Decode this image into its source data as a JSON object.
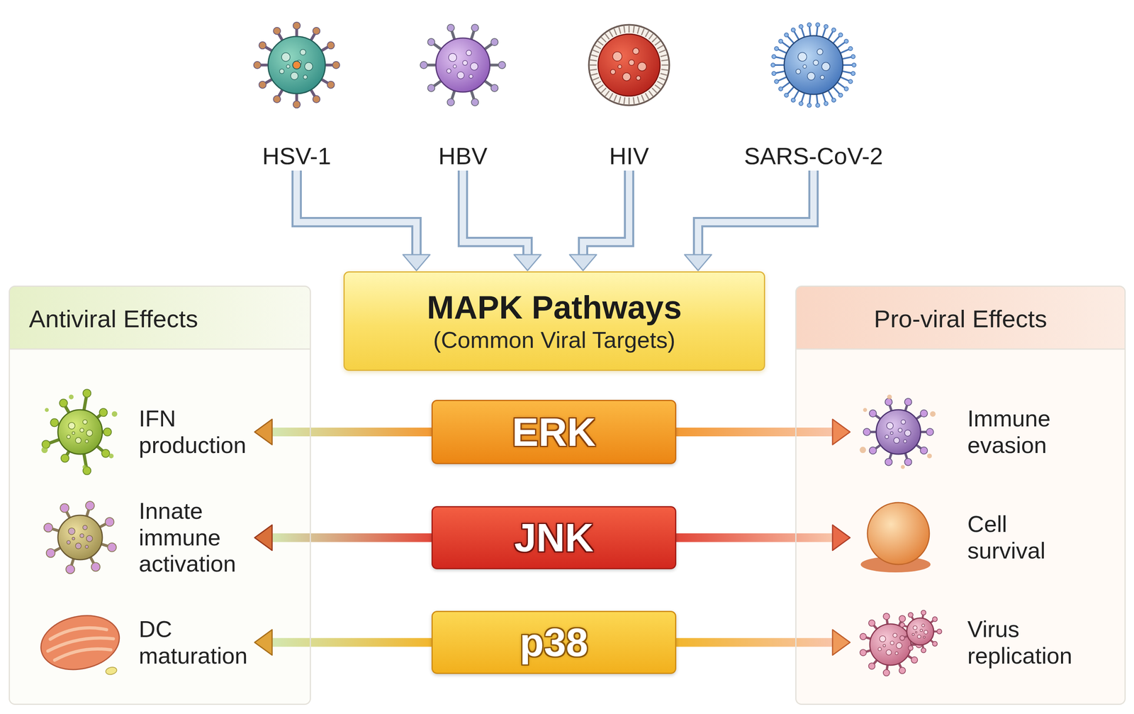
{
  "diagram": {
    "nodes": [
      {
        "text": [
          "HSV-1"
        ]
      },
      {
        "text": [
          "HBV"
        ]
      },
      {
        "text": [
          "HIV"
        ]
      },
      {
        "text": [
          "SARS-CoV-2"
        ]
      },
      {
        "text": [
          "MAPK Pathways",
          "(Common Viral Targets)"
        ]
      },
      {
        "text": [
          "Antiviral Effects"
        ]
      },
      {
        "text": [
          "IFN production"
        ],
        "in": 5
      },
      {
        "text": [
          "Innate immune activation"
        ],
        "in": 5
      },
      {
        "text": [
          "DC maturation"
        ],
        "in": 5
      },
      {
        "text": [
          "Pro-viral Effects"
        ]
      },
      {
        "text": [
          "Immune evasion"
        ],
        "in": 9
      },
      {
        "text": [
          "Cell survival"
        ],
        "in": 9
      },
      {
        "text": [
          "Virus replication"
        ],
        "in": 9
      },
      {
        "text": [
          "ERK"
        ]
      },
      {
        "text": [
          "JNK"
        ]
      },
      {
        "text": [
          "p38"
        ]
      }
    ],
    "edges": [
      {
        "from": 0,
        "to": 4,
        "arrow": "to"
      },
      {
        "from": 1,
        "to": 4,
        "arrow": "to"
      },
      {
        "from": 2,
        "to": 4,
        "arrow": "to"
      },
      {
        "from": 3,
        "to": 4,
        "arrow": "to"
      },
      {
        "from": 13,
        "to": 6,
        "arrow": "to"
      },
      {
        "from": 13,
        "to": 10,
        "arrow": "to"
      },
      {
        "from": 14,
        "to": 7,
        "arrow": "to"
      },
      {
        "from": 14,
        "to": 11,
        "arrow": "to"
      },
      {
        "from": 15,
        "to": 8,
        "arrow": "to"
      },
      {
        "from": 15,
        "to": 12,
        "arrow": "to"
      }
    ]
  }
}
